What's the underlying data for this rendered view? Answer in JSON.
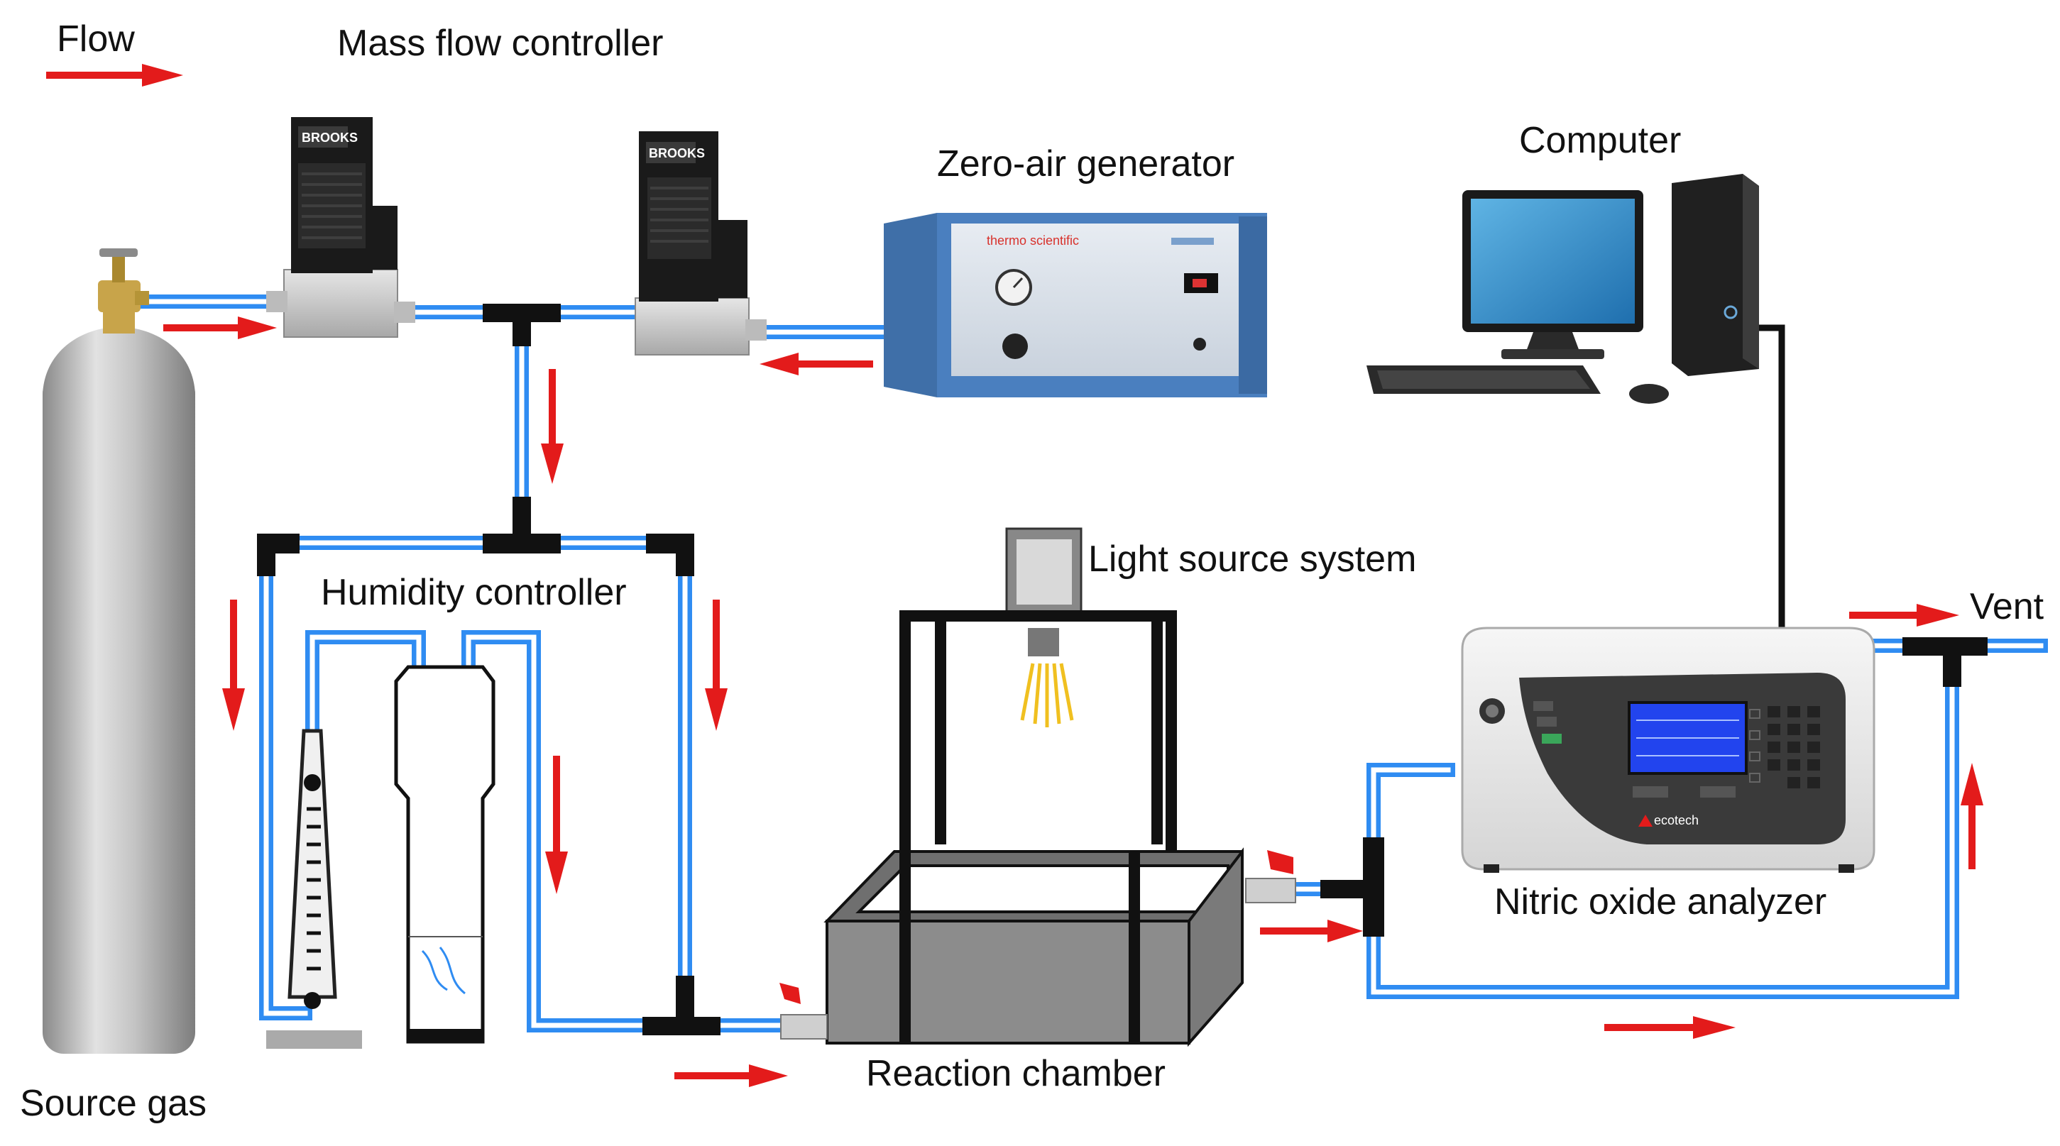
{
  "labels": {
    "flow": "Flow",
    "mass_flow_controller": "Mass flow controller",
    "zero_air_generator": "Zero-air generator",
    "computer": "Computer",
    "humidity_controller": "Humidity controller",
    "light_source_system": "Light source system",
    "vent": "Vent",
    "nitric_oxide_analyzer": "Nitric oxide analyzer",
    "reaction_chamber": "Reaction chamber",
    "source_gas": "Source gas"
  },
  "device_text": {
    "mfc_brand": "BROOKS",
    "zag_brand": "thermo scientific",
    "analyzer_brand": "ecotech"
  },
  "colors": {
    "tube_blue": "#2f8cf2",
    "arrow_red": "#e31b1b",
    "zag_blue": "#4a7fbf",
    "zag_panel": "#d6dde6",
    "analyzer_body": "#ececec",
    "analyzer_face": "#3a3a3a",
    "screen_blue": "#2244ee",
    "cylinder": "#b5b5b5",
    "chamber": "#8c8c8c",
    "brass": "#c8a44a"
  },
  "icons": {
    "cylinder": "gas-cylinder-icon",
    "mfc": "mass-flow-controller-icon",
    "zag": "zero-air-generator-icon",
    "computer": "desktop-computer-icon",
    "analyzer": "analyzer-icon",
    "lamp": "lamp-icon"
  }
}
